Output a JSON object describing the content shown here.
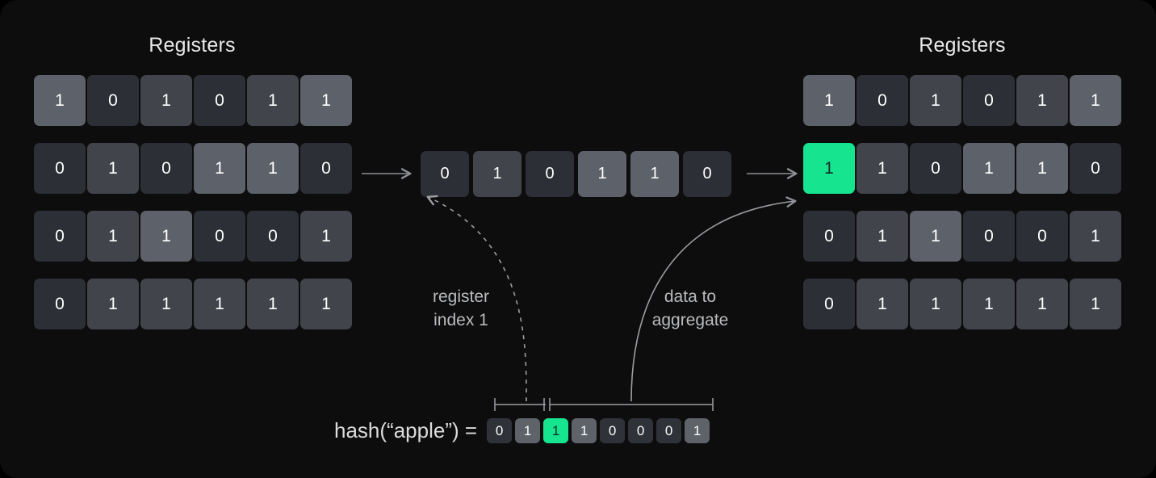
{
  "colors": {
    "background": "#0d0d0d",
    "accent": "#16e48f",
    "cell_dark": "#2c2f35",
    "cell_mid": "#41444b",
    "cell_light": "#5d6169",
    "cell_lighter": "#6e727b",
    "text": "#ffffff",
    "label": "#b9bbbe",
    "line": "#8c8f95"
  },
  "left_panel": {
    "title": "Registers",
    "rows": [
      {
        "cells": [
          {
            "value": "1",
            "shade": "lvl2",
            "highlight": false
          },
          {
            "value": "0",
            "shade": "lvl0",
            "highlight": false
          },
          {
            "value": "1",
            "shade": "lvl1",
            "highlight": false
          },
          {
            "value": "0",
            "shade": "lvl0",
            "highlight": false
          },
          {
            "value": "1",
            "shade": "lvl1",
            "highlight": false
          },
          {
            "value": "1",
            "shade": "lvl2",
            "highlight": false
          }
        ]
      },
      {
        "cells": [
          {
            "value": "0",
            "shade": "lvl0",
            "highlight": false
          },
          {
            "value": "1",
            "shade": "lvl1",
            "highlight": false
          },
          {
            "value": "0",
            "shade": "lvl0",
            "highlight": false
          },
          {
            "value": "1",
            "shade": "lvl2",
            "highlight": false
          },
          {
            "value": "1",
            "shade": "lvl2",
            "highlight": false
          },
          {
            "value": "0",
            "shade": "lvl0",
            "highlight": false
          }
        ]
      },
      {
        "cells": [
          {
            "value": "0",
            "shade": "lvl0",
            "highlight": false
          },
          {
            "value": "1",
            "shade": "lvl1",
            "highlight": false
          },
          {
            "value": "1",
            "shade": "lvl2",
            "highlight": false
          },
          {
            "value": "0",
            "shade": "lvl0",
            "highlight": false
          },
          {
            "value": "0",
            "shade": "lvl0",
            "highlight": false
          },
          {
            "value": "1",
            "shade": "lvl1",
            "highlight": false
          }
        ]
      },
      {
        "cells": [
          {
            "value": "0",
            "shade": "lvl0",
            "highlight": false
          },
          {
            "value": "1",
            "shade": "lvl1",
            "highlight": false
          },
          {
            "value": "1",
            "shade": "lvl1",
            "highlight": false
          },
          {
            "value": "1",
            "shade": "lvl1",
            "highlight": false
          },
          {
            "value": "1",
            "shade": "lvl1",
            "highlight": false
          },
          {
            "value": "1",
            "shade": "lvl1",
            "highlight": false
          }
        ]
      }
    ]
  },
  "middle_register": {
    "cells": [
      {
        "value": "0",
        "shade": "lvl0",
        "highlight": false
      },
      {
        "value": "1",
        "shade": "lvl1",
        "highlight": false
      },
      {
        "value": "0",
        "shade": "lvl0",
        "highlight": false
      },
      {
        "value": "1",
        "shade": "lvl2",
        "highlight": false
      },
      {
        "value": "1",
        "shade": "lvl2",
        "highlight": false
      },
      {
        "value": "0",
        "shade": "lvl0",
        "highlight": false
      }
    ]
  },
  "right_panel": {
    "title": "Registers",
    "rows": [
      {
        "cells": [
          {
            "value": "1",
            "shade": "lvl2",
            "highlight": false
          },
          {
            "value": "0",
            "shade": "lvl0",
            "highlight": false
          },
          {
            "value": "1",
            "shade": "lvl1",
            "highlight": false
          },
          {
            "value": "0",
            "shade": "lvl0",
            "highlight": false
          },
          {
            "value": "1",
            "shade": "lvl1",
            "highlight": false
          },
          {
            "value": "1",
            "shade": "lvl2",
            "highlight": false
          }
        ]
      },
      {
        "cells": [
          {
            "value": "1",
            "shade": "hl",
            "highlight": true
          },
          {
            "value": "1",
            "shade": "lvl1",
            "highlight": false
          },
          {
            "value": "0",
            "shade": "lvl0",
            "highlight": false
          },
          {
            "value": "1",
            "shade": "lvl2",
            "highlight": false
          },
          {
            "value": "1",
            "shade": "lvl2",
            "highlight": false
          },
          {
            "value": "0",
            "shade": "lvl0",
            "highlight": false
          }
        ]
      },
      {
        "cells": [
          {
            "value": "0",
            "shade": "lvl0",
            "highlight": false
          },
          {
            "value": "1",
            "shade": "lvl1",
            "highlight": false
          },
          {
            "value": "1",
            "shade": "lvl2",
            "highlight": false
          },
          {
            "value": "0",
            "shade": "lvl0",
            "highlight": false
          },
          {
            "value": "0",
            "shade": "lvl0",
            "highlight": false
          },
          {
            "value": "1",
            "shade": "lvl1",
            "highlight": false
          }
        ]
      },
      {
        "cells": [
          {
            "value": "0",
            "shade": "lvl0",
            "highlight": false
          },
          {
            "value": "1",
            "shade": "lvl1",
            "highlight": false
          },
          {
            "value": "1",
            "shade": "lvl1",
            "highlight": false
          },
          {
            "value": "1",
            "shade": "lvl1",
            "highlight": false
          },
          {
            "value": "1",
            "shade": "lvl1",
            "highlight": false
          },
          {
            "value": "1",
            "shade": "lvl1",
            "highlight": false
          }
        ]
      }
    ]
  },
  "hash": {
    "label": "hash(“apple”) =",
    "bits": [
      {
        "value": "0",
        "shade": "lvl0",
        "highlight": false
      },
      {
        "value": "1",
        "shade": "lvl1",
        "highlight": false
      },
      {
        "value": "1",
        "shade": "hl",
        "highlight": true
      },
      {
        "value": "1",
        "shade": "lvl1",
        "highlight": false
      },
      {
        "value": "0",
        "shade": "lvl0",
        "highlight": false
      },
      {
        "value": "0",
        "shade": "lvl0",
        "highlight": false
      },
      {
        "value": "0",
        "shade": "lvl0",
        "highlight": false
      },
      {
        "value": "1",
        "shade": "lvl1",
        "highlight": false
      }
    ]
  },
  "annotations": {
    "register_index": "register\nindex 1",
    "data_to_aggregate": "data to\naggregate"
  }
}
